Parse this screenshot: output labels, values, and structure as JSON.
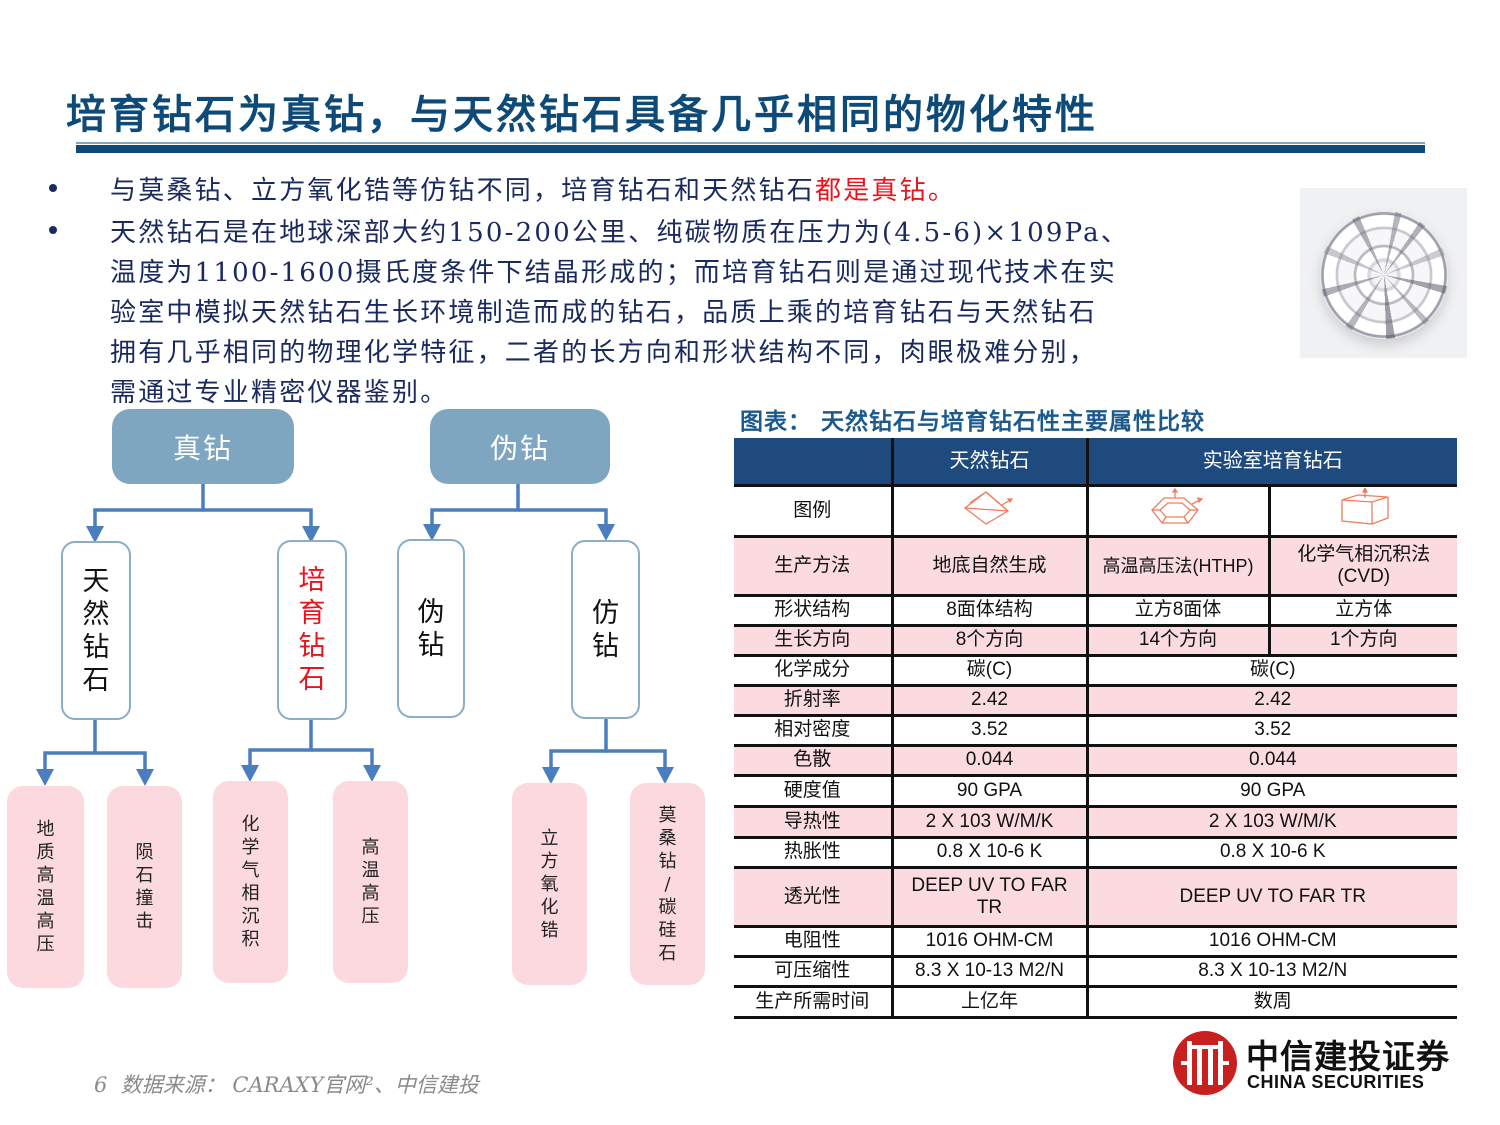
{
  "slide": {
    "title": "培育钻石为真钻，与天然钻石具备几乎相同的物化特性",
    "page_number": "6"
  },
  "bullets": [
    {
      "lines": [
        {
          "text": "与莫桑钻、立方氧化锆等仿钻不同，培育钻石和天然钻石",
          "highlight": "都是真钻。"
        }
      ]
    },
    {
      "lines": [
        {
          "text": "天然钻石是在地球深部大约150-200公里、纯碳物质在压力为(4.5-6)×109Pa、"
        },
        {
          "text": "温度为1100-1600摄氏度条件下结晶形成的；而培育钻石则是通过现代技术在实"
        },
        {
          "text": "验室中模拟天然钻石生长环境制造而成的钻石，品质上乘的培育钻石与天然钻石"
        },
        {
          "text": "拥有几乎相同的物理化学特征，二者的长方向和形状结构不同，肉眼极难分别，"
        },
        {
          "text": "需通过专业精密仪器鉴别。"
        }
      ]
    }
  ],
  "image": {
    "alt": "diamond-photo"
  },
  "flowchart": {
    "roots": [
      {
        "label": "真钻",
        "children": [
          {
            "label": "天然钻石",
            "chars": [
              "天",
              "然",
              "钻",
              "石"
            ],
            "highlight": false,
            "leaves": [
              {
                "chars": [
                  "地",
                  "质",
                  "高",
                  "温",
                  "高",
                  "压"
                ]
              },
              {
                "chars": [
                  "陨",
                  "石",
                  "撞",
                  "击"
                ]
              }
            ]
          },
          {
            "label": "培育钻石",
            "chars": [
              "培",
              "育",
              "钻",
              "石"
            ],
            "highlight": true,
            "leaves": [
              {
                "chars": [
                  "化",
                  "学",
                  "气",
                  "相",
                  "沉",
                  "积"
                ]
              },
              {
                "chars": [
                  "高",
                  "温",
                  "高",
                  "压"
                ]
              }
            ]
          }
        ]
      },
      {
        "label": "伪钻",
        "children": [
          {
            "label": "伪钻",
            "chars": [
              "伪",
              "钻"
            ],
            "highlight": false,
            "leaves": []
          },
          {
            "label": "仿钻",
            "chars": [
              "仿",
              "钻"
            ],
            "highlight": false,
            "leaves": [
              {
                "chars": [
                  "立",
                  "方",
                  "氧",
                  "化",
                  "锆"
                ]
              },
              {
                "chars": [
                  "莫",
                  "桑",
                  "钻",
                  "/",
                  "碳",
                  "硅",
                  "石"
                ]
              }
            ]
          }
        ]
      }
    ]
  },
  "table": {
    "caption": "图表： 天然钻石与培育钻石性主要属性比较",
    "headers": [
      "",
      "天然钻石",
      "实验室培育钻石"
    ],
    "legend_label": "图例",
    "legend_icons": [
      "octahedron-crystal-icon",
      "cubo-octahedron-crystal-icon",
      "cube-crystal-icon"
    ],
    "rows": [
      {
        "label": "生产方法",
        "natural": "地底自然生成",
        "lab": [
          "高温高压法(HTHP)",
          "化学气相沉积法(CVD)"
        ],
        "pink": true
      },
      {
        "label": "形状结构",
        "natural": "8面体结构",
        "lab": [
          "立方8面体",
          "立方体"
        ],
        "pink": false
      },
      {
        "label": "生长方向",
        "natural": "8个方向",
        "lab": [
          "14个方向",
          "1个方向"
        ],
        "pink": true
      },
      {
        "label": "化学成分",
        "natural": "碳(C)",
        "lab": [
          "碳(C)"
        ],
        "pink": false
      },
      {
        "label": "折射率",
        "natural": "2.42",
        "lab": [
          "2.42"
        ],
        "pink": true
      },
      {
        "label": "相对密度",
        "natural": "3.52",
        "lab": [
          "3.52"
        ],
        "pink": false
      },
      {
        "label": "色散",
        "natural": "0.044",
        "lab": [
          "0.044"
        ],
        "pink": true
      },
      {
        "label": "硬度值",
        "natural": "90 GPA",
        "lab": [
          "90 GPA"
        ],
        "pink": false
      },
      {
        "label": "导热性",
        "natural": "2 X 103 W/M/K",
        "lab": [
          "2 X 103 W/M/K"
        ],
        "pink": true
      },
      {
        "label": "热胀性",
        "natural": "0.8 X 10-6 K",
        "lab": [
          "0.8 X 10-6 K"
        ],
        "pink": false
      },
      {
        "label": "透光性",
        "natural": "DEEP UV TO FAR TR",
        "lab": [
          "DEEP UV TO FAR TR"
        ],
        "pink": true
      },
      {
        "label": "电阻性",
        "natural": "1016 OHM-CM",
        "lab": [
          "1016 OHM-CM"
        ],
        "pink": false
      },
      {
        "label": "可压缩性",
        "natural": "8.3 X 10-13 M2/N",
        "lab": [
          "8.3 X 10-13 M2/N"
        ],
        "pink": false
      },
      {
        "label": "生产所需时间",
        "natural": "上亿年",
        "lab": [
          "数周"
        ],
        "pink": false
      }
    ]
  },
  "footer": {
    "source": "数据来源： CARAXY官网²、中信建投"
  },
  "logo": {
    "cn": "中信建投证券",
    "en": "CHINA SECURITIES"
  },
  "colors": {
    "title": "#0e4a78",
    "body_text": "#1a2a5e",
    "highlight_red": "#e8141b",
    "table_header": "#1f4a7d",
    "table_pink": "#fbdbe0",
    "flow_top_box": "#7ea6c0",
    "flow_leaf": "#fbd9de",
    "flow_arrow": "#4a7ebf",
    "crystal_icon": "#f07e5e",
    "logo_red": "#c8201f"
  }
}
